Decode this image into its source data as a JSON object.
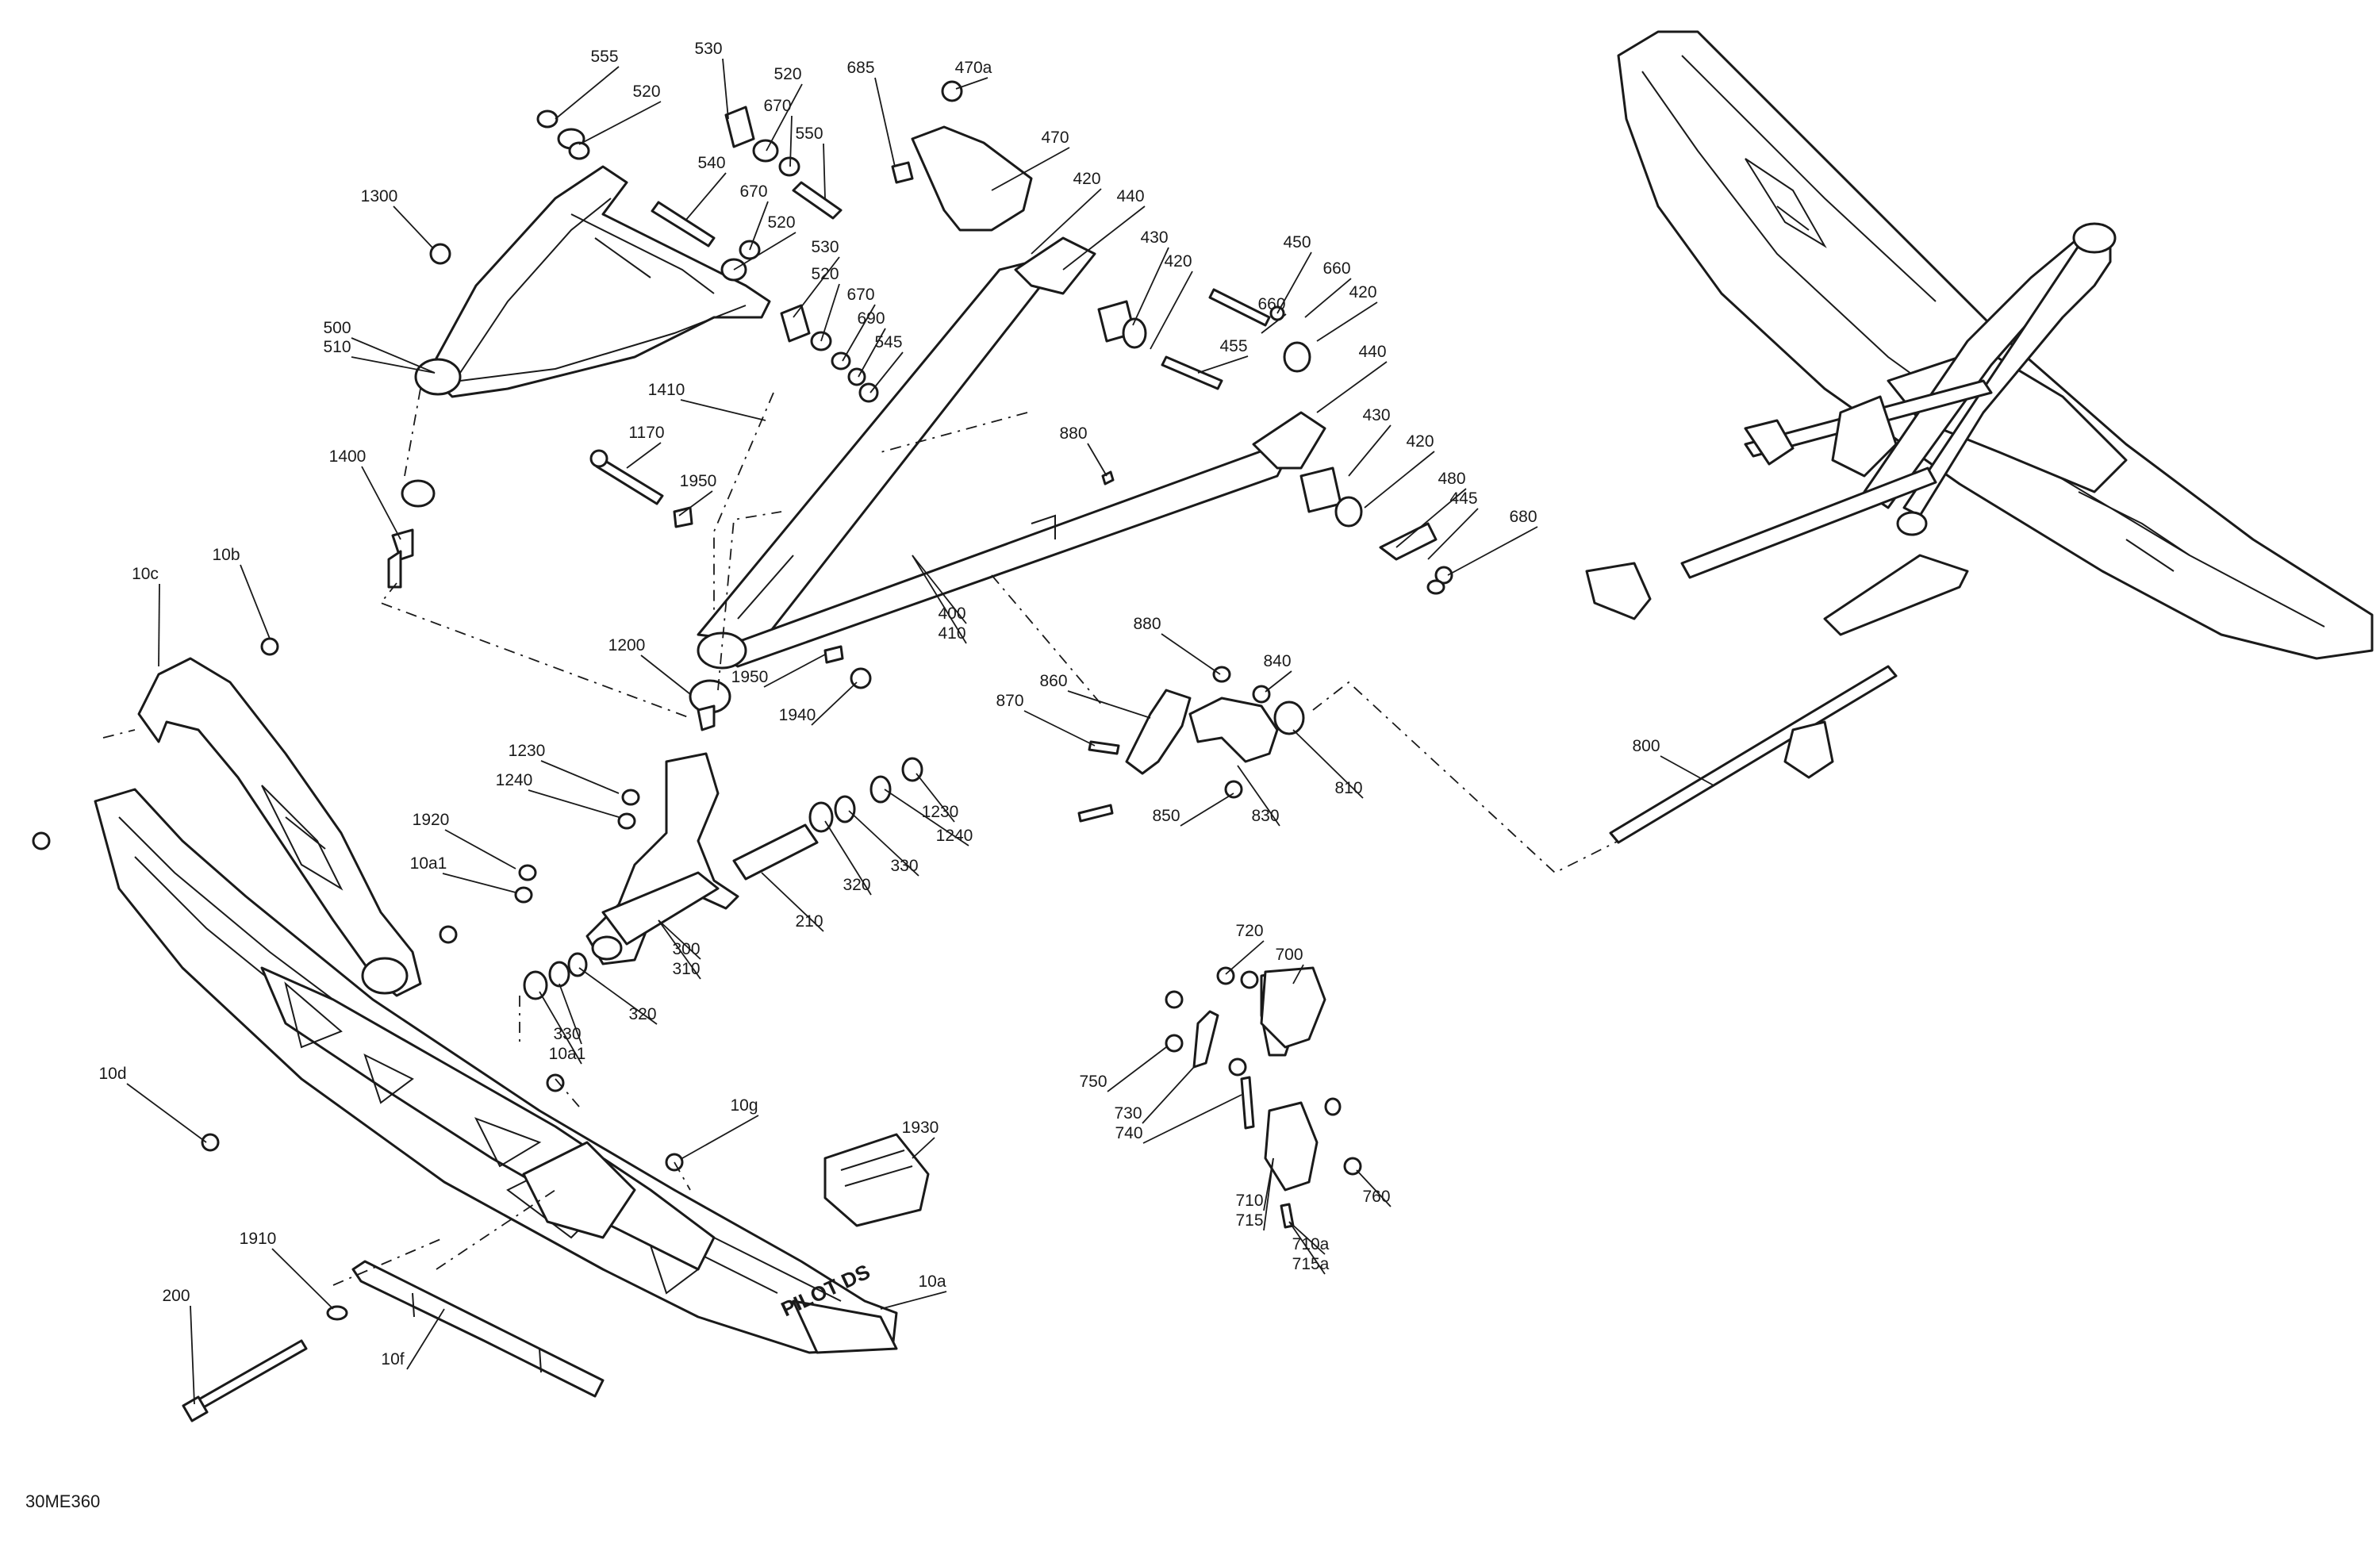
{
  "reference_code": "30ME360",
  "ski_logo": "PILOT DS",
  "callouts": [
    "555",
    "520",
    "530",
    "520",
    "670",
    "550",
    "540",
    "670",
    "520",
    "1300",
    "500",
    "510",
    "530",
    "520",
    "670",
    "690",
    "545",
    "685",
    "470a",
    "470",
    "420",
    "440",
    "430",
    "420",
    "660",
    "450",
    "660",
    "420",
    "455",
    "1410",
    "1170",
    "1950",
    "1400",
    "880",
    "440",
    "430",
    "420",
    "480",
    "445",
    "680",
    "400",
    "410",
    "10b",
    "10c",
    "1200",
    "1950",
    "1940",
    "880",
    "840",
    "860",
    "870",
    "810",
    "850",
    "830",
    "1230",
    "1240",
    "1920",
    "10a1",
    "1230",
    "1240",
    "330",
    "320",
    "210",
    "300",
    "310",
    "320",
    "330",
    "10a1",
    "720",
    "700",
    "750",
    "730",
    "740",
    "710",
    "715",
    "760",
    "710a",
    "715a",
    "10d",
    "10g",
    "1930",
    "1910",
    "200",
    "10f",
    "10a",
    "800"
  ]
}
